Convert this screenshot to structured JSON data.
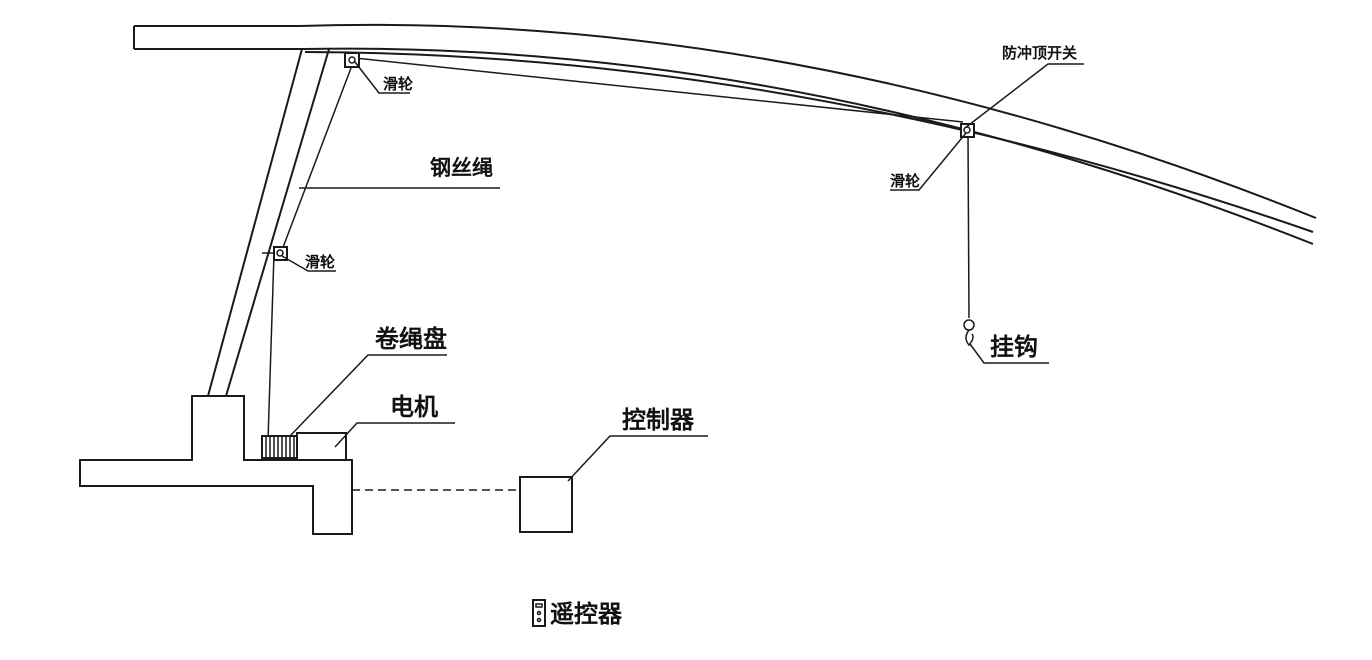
{
  "labels": {
    "pulley_top": "滑轮",
    "pulley_mid": "滑轮",
    "pulley_right": "滑轮",
    "wire_rope": "钢丝绳",
    "anti_collision_switch": "防冲顶开关",
    "hook": "挂钩",
    "reel": "卷绳盘",
    "motor": "电机",
    "controller": "控制器",
    "remote": "遥控器"
  },
  "colors": {
    "line": "#1a1a1a",
    "background": "#ffffff"
  }
}
